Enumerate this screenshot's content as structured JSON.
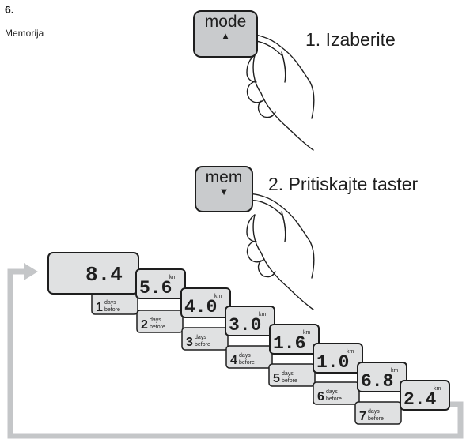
{
  "section": {
    "number": "6.",
    "title": "Memorija"
  },
  "step1": {
    "button_label": "mode",
    "button_arrow": "▲",
    "instruction": "1. Izaberite"
  },
  "step2": {
    "button_label": "mem",
    "button_arrow": "▼",
    "instruction": "2. Pritiskajte taster"
  },
  "displays": [
    {
      "value": "8.4",
      "unit": "",
      "day_number": "",
      "day_text": ""
    },
    {
      "value": "5.6",
      "unit": "km",
      "day_number": "1",
      "day_text": "days before"
    },
    {
      "value": "4.0",
      "unit": "km",
      "day_number": "2",
      "day_text": "days before"
    },
    {
      "value": "3.0",
      "unit": "km",
      "day_number": "3",
      "day_text": "days before"
    },
    {
      "value": "1.6",
      "unit": "km",
      "day_number": "4",
      "day_text": "days before"
    },
    {
      "value": "1.0",
      "unit": "km",
      "day_number": "5",
      "day_text": "days before"
    },
    {
      "value": "6.8",
      "unit": "km",
      "day_number": "6",
      "day_text": "days before"
    },
    {
      "value": "2.4",
      "unit": "km",
      "day_number": "7",
      "day_text": "days before"
    }
  ],
  "colors": {
    "lcd": "#e0e1e2",
    "cycle_arrow": "#c4c6c8",
    "button": "#c9cbcd",
    "outline": "#1e1e1e"
  }
}
